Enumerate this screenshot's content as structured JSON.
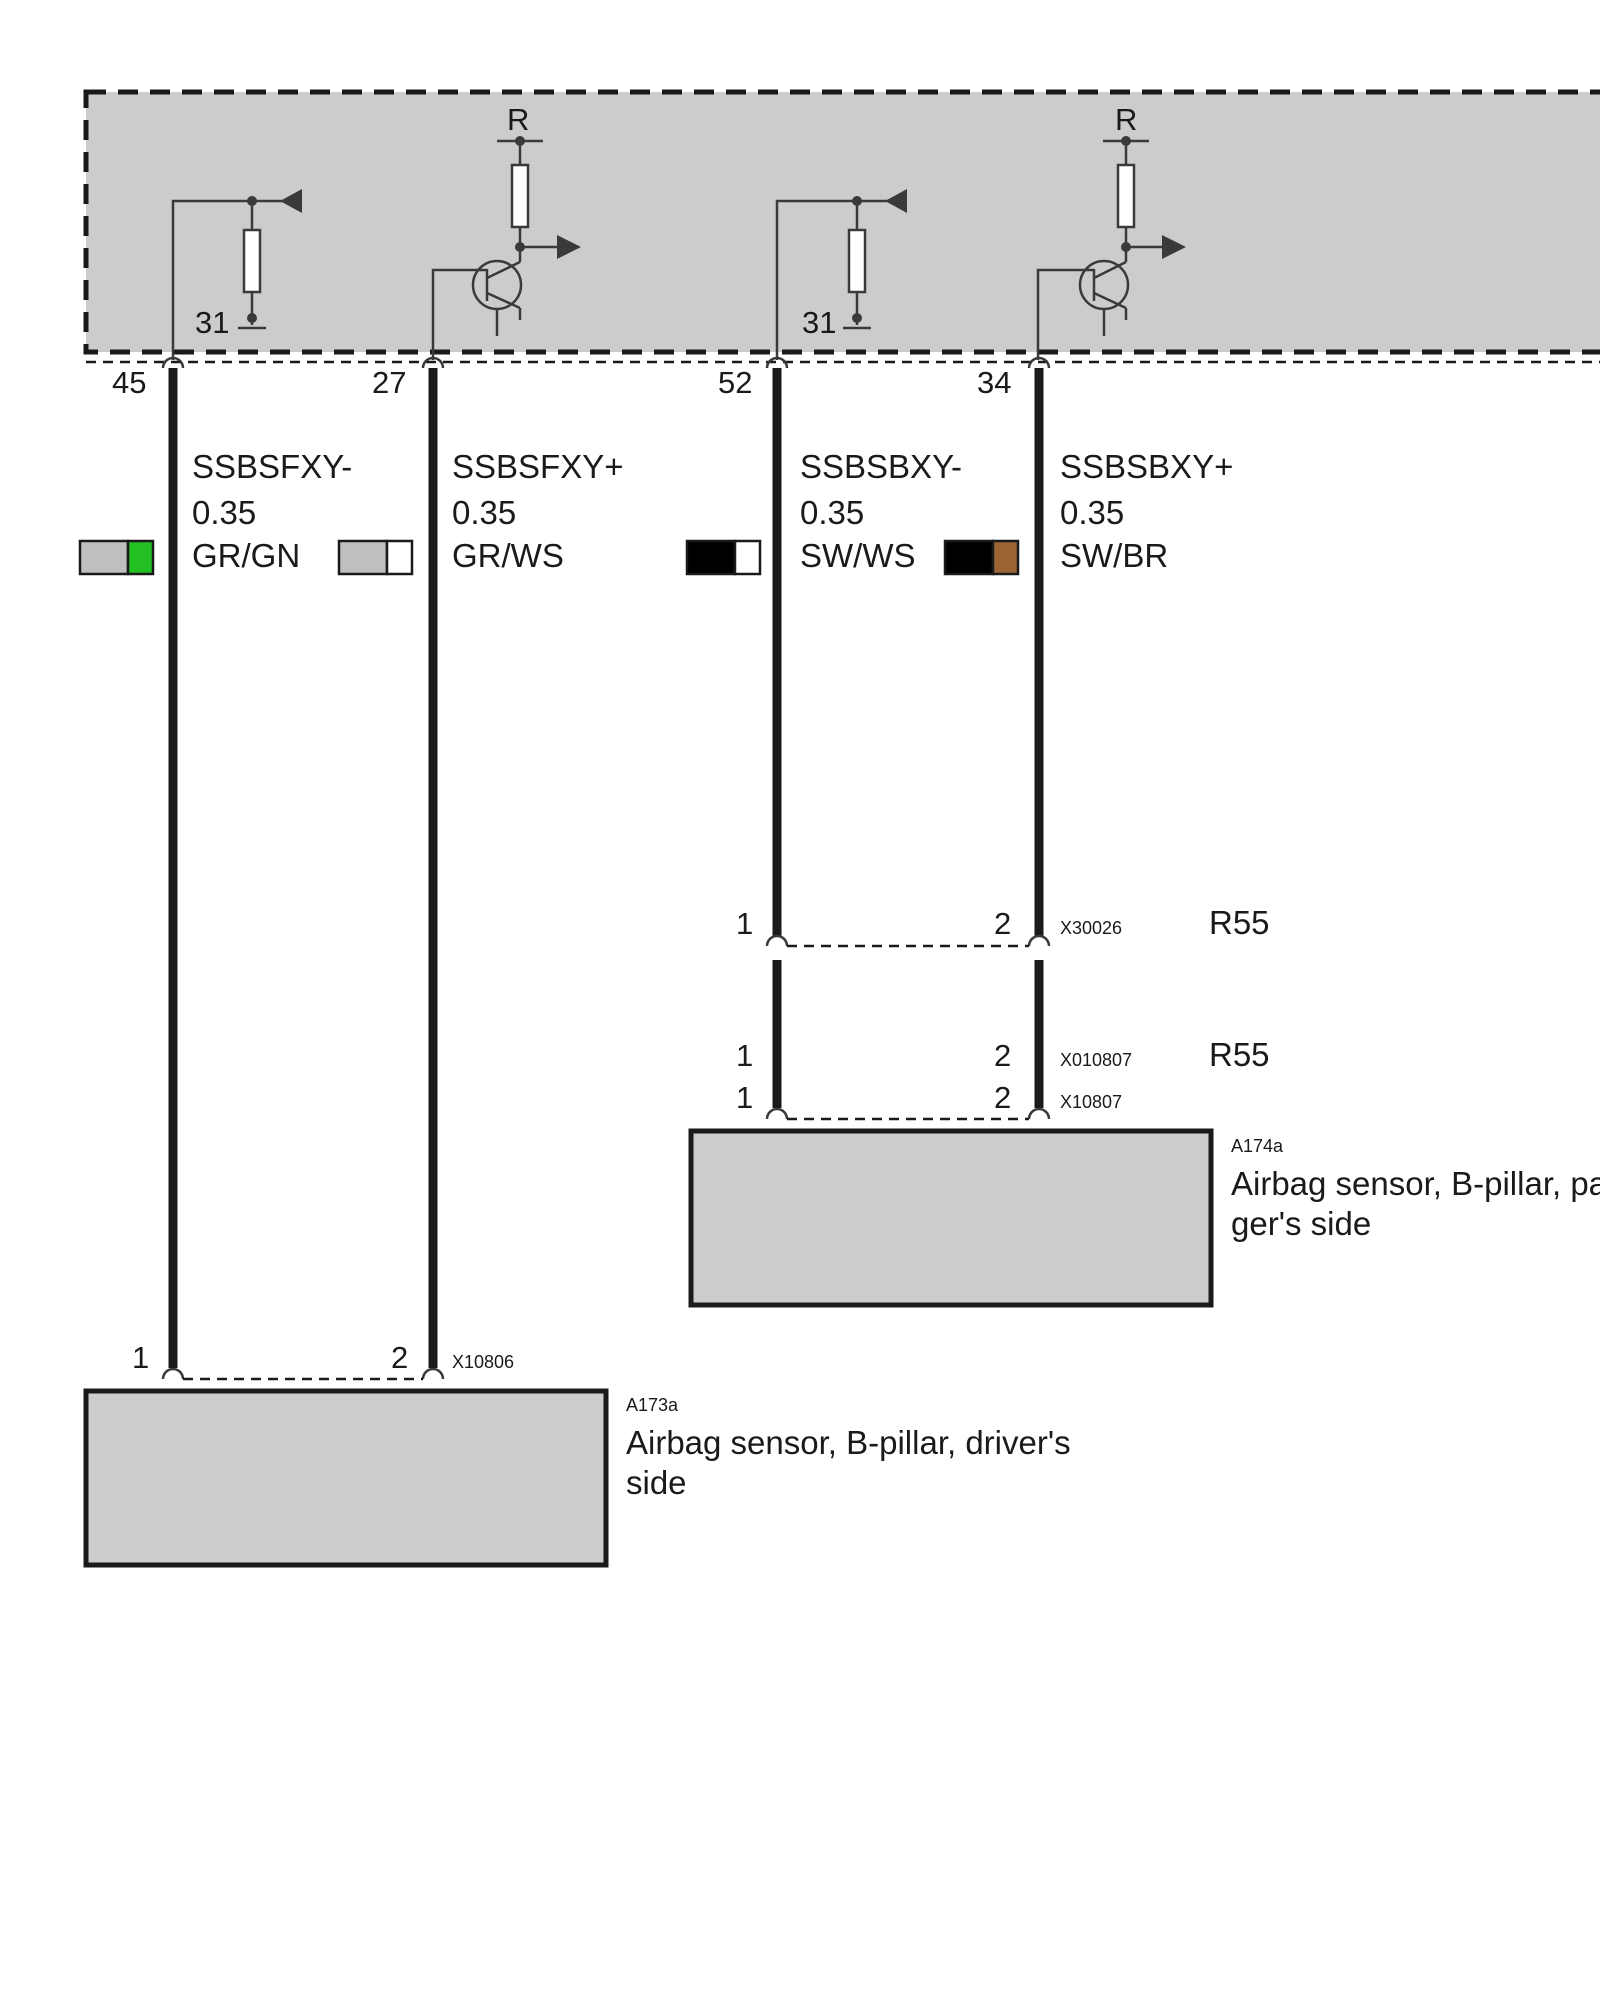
{
  "control_unit": {
    "supply_label": "R",
    "ground_label": "31"
  },
  "wires": [
    {
      "pin": "45",
      "signal": "SSBSFXY-",
      "size": "0.35",
      "color_code": "GR/GN",
      "swatch": [
        "#bfbfbf",
        "#22c022"
      ]
    },
    {
      "pin": "27",
      "signal": "SSBSFXY+",
      "size": "0.35",
      "color_code": "GR/WS",
      "swatch": [
        "#bfbfbf",
        "#ffffff"
      ]
    },
    {
      "pin": "52",
      "signal": "SSBSBXY-",
      "size": "0.35",
      "color_code": "SW/WS",
      "swatch": [
        "#000000",
        "#ffffff"
      ]
    },
    {
      "pin": "34",
      "signal": "SSBSBXY+",
      "size": "0.35",
      "color_code": "SW/BR",
      "swatch": [
        "#000000",
        "#9a6433"
      ]
    }
  ],
  "connectors": {
    "x30026": {
      "id": "X30026",
      "pin_a": "1",
      "pin_b": "2",
      "variant": "R55"
    },
    "x010807": {
      "id": "X010807",
      "pin_a": "1",
      "pin_b": "2",
      "variant": "R55"
    },
    "x10807": {
      "id": "X10807",
      "pin_a": "1",
      "pin_b": "2"
    },
    "x10806": {
      "id": "X10806",
      "pin_a": "1",
      "pin_b": "2"
    }
  },
  "components": {
    "a174a": {
      "id": "A174a",
      "desc_line1": "Airbag sensor, B-pillar, pa",
      "desc_line2": "ger's side"
    },
    "a173a": {
      "id": "A173a",
      "desc_line1": "Airbag sensor, B-pillar, driver's",
      "desc_line2": "side"
    }
  }
}
